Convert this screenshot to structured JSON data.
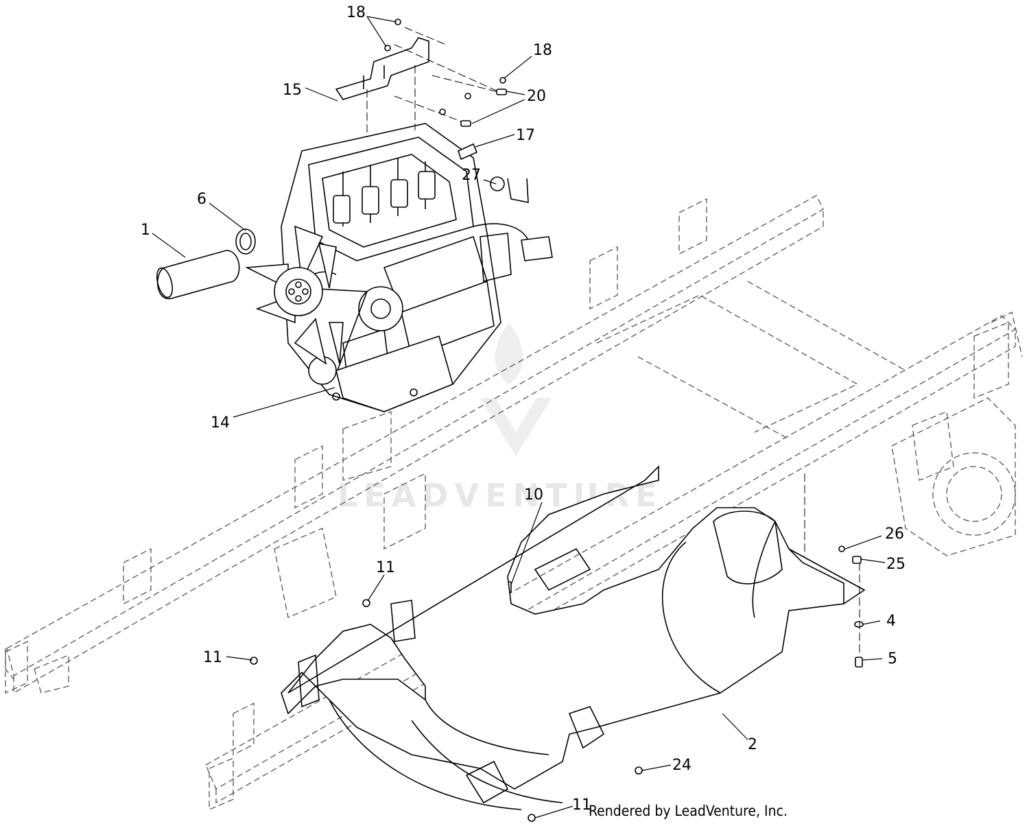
{
  "callouts": [
    {
      "id": "c18a",
      "label": "18"
    },
    {
      "id": "c18b",
      "label": "18"
    },
    {
      "id": "c15",
      "label": "15"
    },
    {
      "id": "c20",
      "label": "20"
    },
    {
      "id": "c17",
      "label": "17"
    },
    {
      "id": "c27",
      "label": "27"
    },
    {
      "id": "c6",
      "label": "6"
    },
    {
      "id": "c1",
      "label": "1"
    },
    {
      "id": "c14",
      "label": "14"
    },
    {
      "id": "c10",
      "label": "10"
    },
    {
      "id": "c11a",
      "label": "11"
    },
    {
      "id": "c11b",
      "label": "11"
    },
    {
      "id": "c11c",
      "label": "11"
    },
    {
      "id": "c26",
      "label": "26"
    },
    {
      "id": "c25",
      "label": "25"
    },
    {
      "id": "c4",
      "label": "4"
    },
    {
      "id": "c5",
      "label": "5"
    },
    {
      "id": "c2",
      "label": "2"
    },
    {
      "id": "c24",
      "label": "24"
    }
  ],
  "credit": "Rendered by LeadVenture, Inc.",
  "watermark": "LEADVENTURE",
  "colors": {
    "line": "#000000",
    "phantom": "#555555",
    "watermark": "#d8d8d8",
    "background": "#ffffff"
  }
}
